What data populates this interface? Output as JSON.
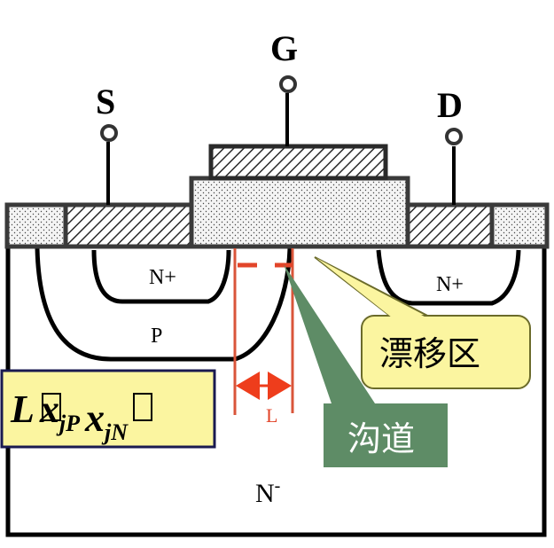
{
  "diagram": {
    "title": "Power MOSFET cross-section",
    "terminals": {
      "source": "S",
      "gate": "G",
      "drain": "D"
    },
    "regions": {
      "n_plus_left": "N+",
      "p_body": "P",
      "n_plus_right": "N+",
      "n_minus": "N",
      "n_minus_sup": "-"
    },
    "dimension": {
      "label": "L"
    },
    "callouts": {
      "drift_region": "漂移区",
      "channel": "沟道"
    },
    "formula": {
      "L": "L",
      "rel1": "",
      "x1": "x",
      "sub1": "jP",
      "rel2": "",
      "x2": "x",
      "sub2": "jN"
    },
    "colors": {
      "outline": "#3a3a3a",
      "dimension_red": "#e2452a",
      "drift_callout_fill": "#fbf5a0",
      "drift_callout_border": "#7a7a2a",
      "channel_callout_fill": "#5e8c66",
      "channel_text": "#ffffff",
      "formula_box_fill": "#fbf5a0",
      "formula_box_border": "#1a1a50"
    }
  }
}
